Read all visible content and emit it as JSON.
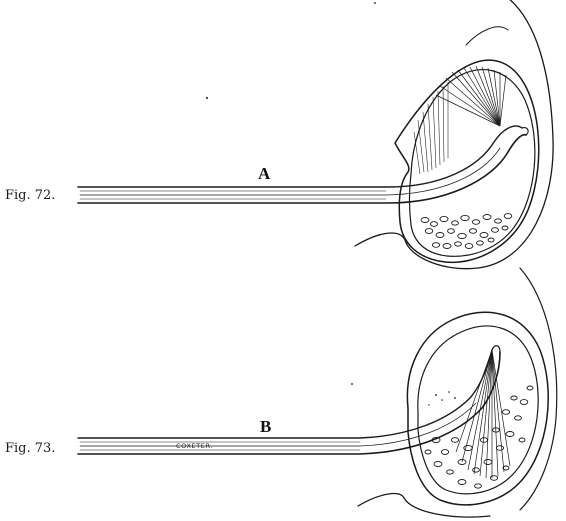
{
  "figures": [
    {
      "caption": "Fig. 72.",
      "letter": "A",
      "maker_mark": ""
    },
    {
      "caption": "Fig. 73.",
      "letter": "B",
      "maker_mark": "COXETER."
    }
  ],
  "colors": {
    "ink": "#1a1a1a",
    "paper": "#ffffff"
  }
}
